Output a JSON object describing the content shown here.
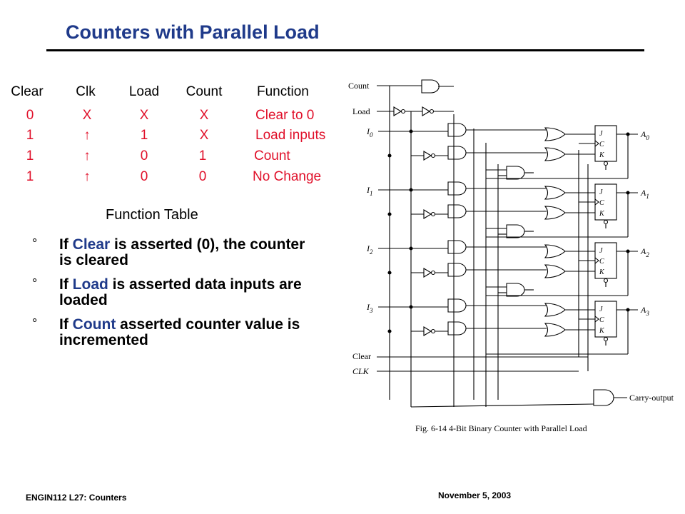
{
  "slide": {
    "title": "Counters with Parallel Load"
  },
  "function_table": {
    "headers": [
      "Clear",
      "Clk",
      "Load",
      "Count",
      "Function"
    ],
    "rows": [
      [
        "0",
        "X",
        "X",
        "X",
        "Clear to 0"
      ],
      [
        "1",
        "↑",
        "1",
        "X",
        "Load inputs"
      ],
      [
        "1",
        "↑",
        "0",
        "1",
        "Count"
      ],
      [
        "1",
        "↑",
        "0",
        "0",
        "No Change"
      ]
    ],
    "caption": "Function Table",
    "row_color": "#e0102a"
  },
  "bullets": {
    "marker": "°",
    "items": [
      {
        "pre": "If ",
        "kw": "Clear",
        "post": " is asserted (0), the counter is cleared"
      },
      {
        "pre": "If ",
        "kw": "Load",
        "post": " is asserted data inputs are loaded"
      },
      {
        "pre": "If ",
        "kw": "Count",
        "post": " asserted counter value is incremented"
      }
    ],
    "keyword_color": "#1f3a8a"
  },
  "diagram": {
    "labels": {
      "count": "Count",
      "load": "Load",
      "i0": "I",
      "i1": "I",
      "i2": "I",
      "i3": "I",
      "s0": "0",
      "s1": "1",
      "s2": "2",
      "s3": "3",
      "a": "A",
      "clear": "Clear",
      "clk": "CLK",
      "j": "J",
      "c": "C",
      "k": "K",
      "carry": "Carry-output"
    },
    "caption": "Fig. 6-14  4-Bit Binary Counter with Parallel Load"
  },
  "footer": {
    "left": "ENGIN112  L27: Counters",
    "right": "November  5, 2003"
  }
}
